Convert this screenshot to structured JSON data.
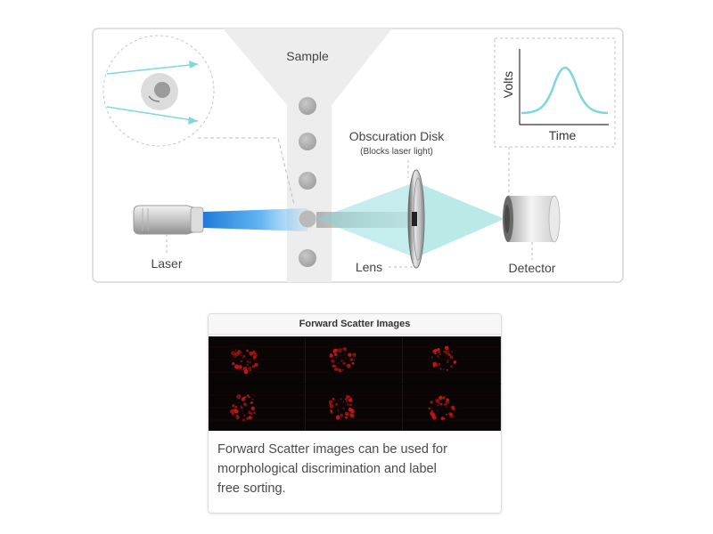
{
  "diagram": {
    "sample_label": "Sample",
    "laser_label": "Laser",
    "lens_label": "Lens",
    "obscuration_label": "Obscuration Disk",
    "obscuration_sublabel": "(Blocks laser light)",
    "detector_label": "Detector",
    "plot_ylabel": "Volts",
    "plot_xlabel": "Time"
  },
  "card": {
    "title": "Forward Scatter Images",
    "caption_line1": "Forward Scatter images can be used for",
    "caption_line2": "morphological discrimination and label",
    "caption_line3": "free sorting."
  },
  "colors": {
    "beam_blue": "#2f8fe0",
    "scatter_teal": "#7fd8d6",
    "cell_red": "#d01818",
    "particle_gray": "#b0b0b0"
  }
}
